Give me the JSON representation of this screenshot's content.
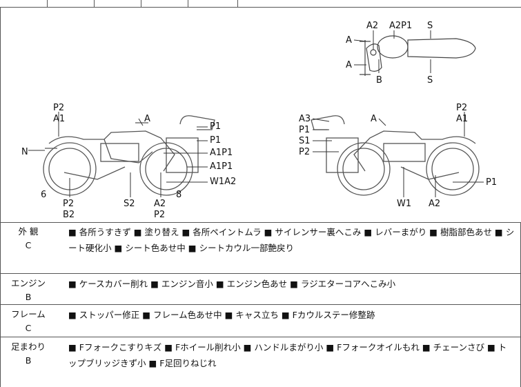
{
  "labels": {
    "top": {
      "a_left": "A",
      "a_bottom": "A",
      "a2": "A2",
      "a2p1": "A2P1",
      "s_top": "S",
      "s_bottom": "S",
      "b": "B"
    },
    "left": {
      "p2": "P2",
      "a1": "A1",
      "a": "A",
      "n": "N",
      "p1_a": "P1",
      "p1_b": "P1",
      "a1p1_a": "A1P1",
      "a1p1_b": "A1P1",
      "w1a2": "W1A2",
      "six": "6",
      "eight": "8",
      "p2_b": "P2",
      "b2": "B2",
      "s2": "S2",
      "a2": "A2",
      "p2_c": "P2"
    },
    "right": {
      "a3": "A3",
      "p1_a": "P1",
      "s1": "S1",
      "p2_a": "P2",
      "a": "A",
      "p2_b": "P2",
      "a1": "A1",
      "p1_b": "P1",
      "w1": "W1",
      "a2": "A2"
    }
  },
  "rows": [
    {
      "category": "外 観",
      "grade": "C",
      "text": "■ 各所うすきず ■ 塗り替え ■ 各所ペイントムラ ■ サイレンサー裏へこみ ■ レバーまがり ■ 樹脂部色あせ ■ シート硬化小 ■ シート色あせ中 ■ シートカウル一部艶戻り"
    },
    {
      "category": "エンジン",
      "grade": "B",
      "text": "■ ケースカバー削れ ■ エンジン音小 ■ エンジン色あせ ■ ラジエターコアへこみ小"
    },
    {
      "category": "フレーム",
      "grade": "C",
      "text": "■ ストッパー修正 ■ フレーム色あせ中 ■ キャス立ち ■ Fカウルステー修整跡"
    },
    {
      "category": "足まわり",
      "grade": "B",
      "text": "■ Fフォークこすりキズ ■ Fホイール削れ小 ■ ハンドルまがり小 ■ Fフォークオイルもれ ■ チェーンさび ■ トップブリッジきず小 ■ F足回りねじれ"
    }
  ]
}
